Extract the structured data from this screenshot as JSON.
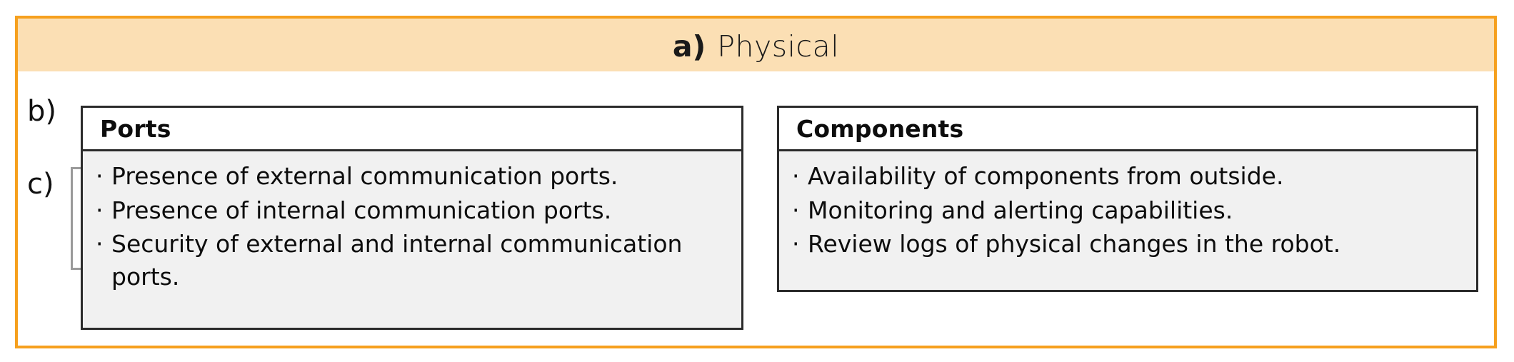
{
  "card": {
    "border_color": "#F6A01E",
    "background": "#ffffff"
  },
  "header": {
    "band_color": "#FBDFB4",
    "letter": "a)",
    "title": "Physical"
  },
  "margin_labels": {
    "panel_label": "b)",
    "items_label": "c)",
    "bracket_color": "#9a9a9a"
  },
  "panels": [
    {
      "id": "ports",
      "title": "Ports",
      "body_color": "#F1F1F1",
      "bullet_mark": "·",
      "items": [
        "Presence of external communication ports.",
        "Presence of internal communication ports.",
        "Security of external and internal communication ports."
      ]
    },
    {
      "id": "components",
      "title": "Components",
      "body_color": "#F1F1F1",
      "bullet_mark": "·",
      "items": [
        "Availability of components from outside.",
        "Monitoring and alerting capabilities.",
        "Review logs of physical changes in the robot."
      ]
    }
  ]
}
